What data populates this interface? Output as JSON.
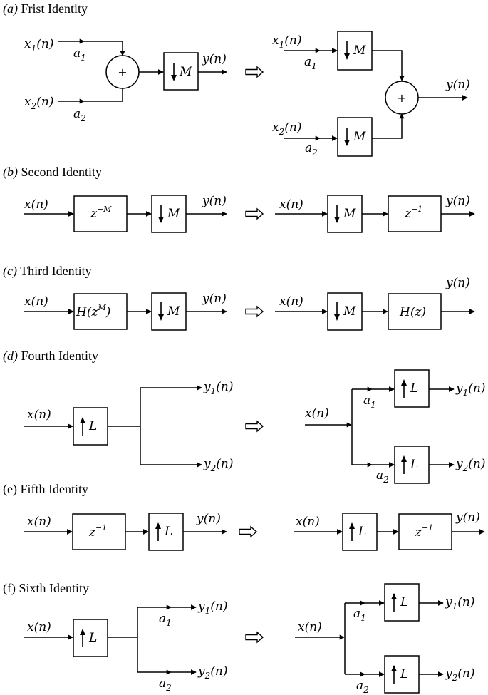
{
  "sections": [
    {
      "letter": "a",
      "italic": true,
      "title": "Frist Identity"
    },
    {
      "letter": "b",
      "italic": true,
      "title": "Second Identity"
    },
    {
      "letter": "c",
      "italic": true,
      "title": "Third Identity"
    },
    {
      "letter": "d",
      "italic": true,
      "title": "Fourth Identity"
    },
    {
      "letter": "e",
      "italic": false,
      "title": "Fifth Identity"
    },
    {
      "letter": "f",
      "italic": false,
      "title": "Sixth Identity"
    }
  ],
  "symbols": {
    "x": "x",
    "y": "y",
    "n": "(n)",
    "a": "a",
    "one": "1",
    "two": "2",
    "M": "M",
    "L": "L",
    "z": "z",
    "neg_M": "−M",
    "neg_1": "−1",
    "H": "H",
    "H_open": "H(",
    "H_close": ")",
    "H_z": "H(z)",
    "plus": "+"
  },
  "icons": {
    "down_arrow": "downsample-arrow-icon",
    "up_arrow": "upsample-arrow-icon",
    "implies": "implies-arrow-icon"
  }
}
